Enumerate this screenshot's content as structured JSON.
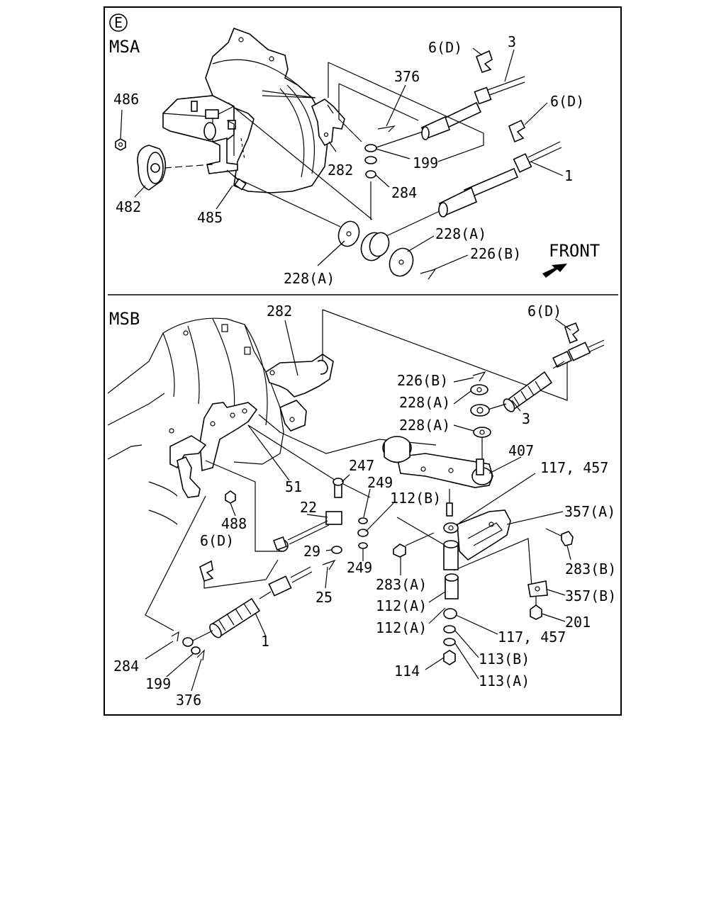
{
  "section_marker": "E",
  "front_label": "FRONT",
  "panels": {
    "msa": {
      "title": "MSA",
      "labels": {
        "l376": "376",
        "l6d_top": "6(D)",
        "l3": "3",
        "l486": "486",
        "l6d_mid": "6(D)",
        "l199": "199",
        "l282": "282",
        "l1": "1",
        "l284": "284",
        "l482": "482",
        "l485": "485",
        "l228a_r": "228(A)",
        "l226b": "226(B)",
        "l228a_b": "228(A)"
      }
    },
    "msb": {
      "title": "MSB",
      "labels": {
        "l282": "282",
        "l6d_top": "6(D)",
        "l226b": "226(B)",
        "l228a_1": "228(A)",
        "l3": "3",
        "l228a_2": "228(A)",
        "l407": "407",
        "l117_457_top": "117, 457",
        "l247": "247",
        "l51": "51",
        "l249_top": "249",
        "l112b": "112(B)",
        "l22": "22",
        "l357a": "357(A)",
        "l488": "488",
        "l6d_left": "6(D)",
        "l29": "29",
        "l249_bot": "249",
        "l283b": "283(B)",
        "l283a": "283(A)",
        "l25": "25",
        "l357b": "357(B)",
        "l112a_1": "112(A)",
        "l201": "201",
        "l1": "1",
        "l112a_2": "112(A)",
        "l117_457_bot": "117, 457",
        "l284": "284",
        "l113b": "113(B)",
        "l114": "114",
        "l199": "199",
        "l113a": "113(A)",
        "l376": "376"
      }
    }
  }
}
